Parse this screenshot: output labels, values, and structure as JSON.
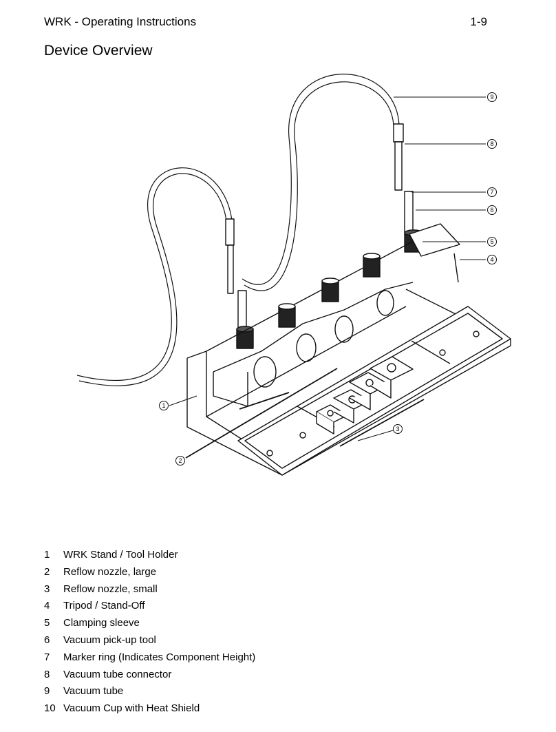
{
  "header": {
    "doc_title": "WRK - Operating Instructions",
    "page_number": "1-9"
  },
  "section_title": "Device Overview",
  "figure": {
    "callouts": [
      "1",
      "2",
      "3",
      "4",
      "5",
      "6",
      "7",
      "8",
      "9"
    ]
  },
  "legend": [
    {
      "num": "1",
      "label": "WRK Stand / Tool Holder"
    },
    {
      "num": "2",
      "label": "Reflow nozzle, large"
    },
    {
      "num": "3",
      "label": "Reflow nozzle, small"
    },
    {
      "num": "4",
      "label": "Tripod / Stand-Off"
    },
    {
      "num": "5",
      "label": "Clamping sleeve"
    },
    {
      "num": "6",
      "label": "Vacuum pick-up tool"
    },
    {
      "num": "7",
      "label": "Marker ring (Indicates Component Height)"
    },
    {
      "num": "8",
      "label": "Vacuum tube connector"
    },
    {
      "num": "9",
      "label": "Vacuum tube"
    },
    {
      "num": "10",
      "label": "Vacuum Cup with Heat Shield"
    }
  ]
}
